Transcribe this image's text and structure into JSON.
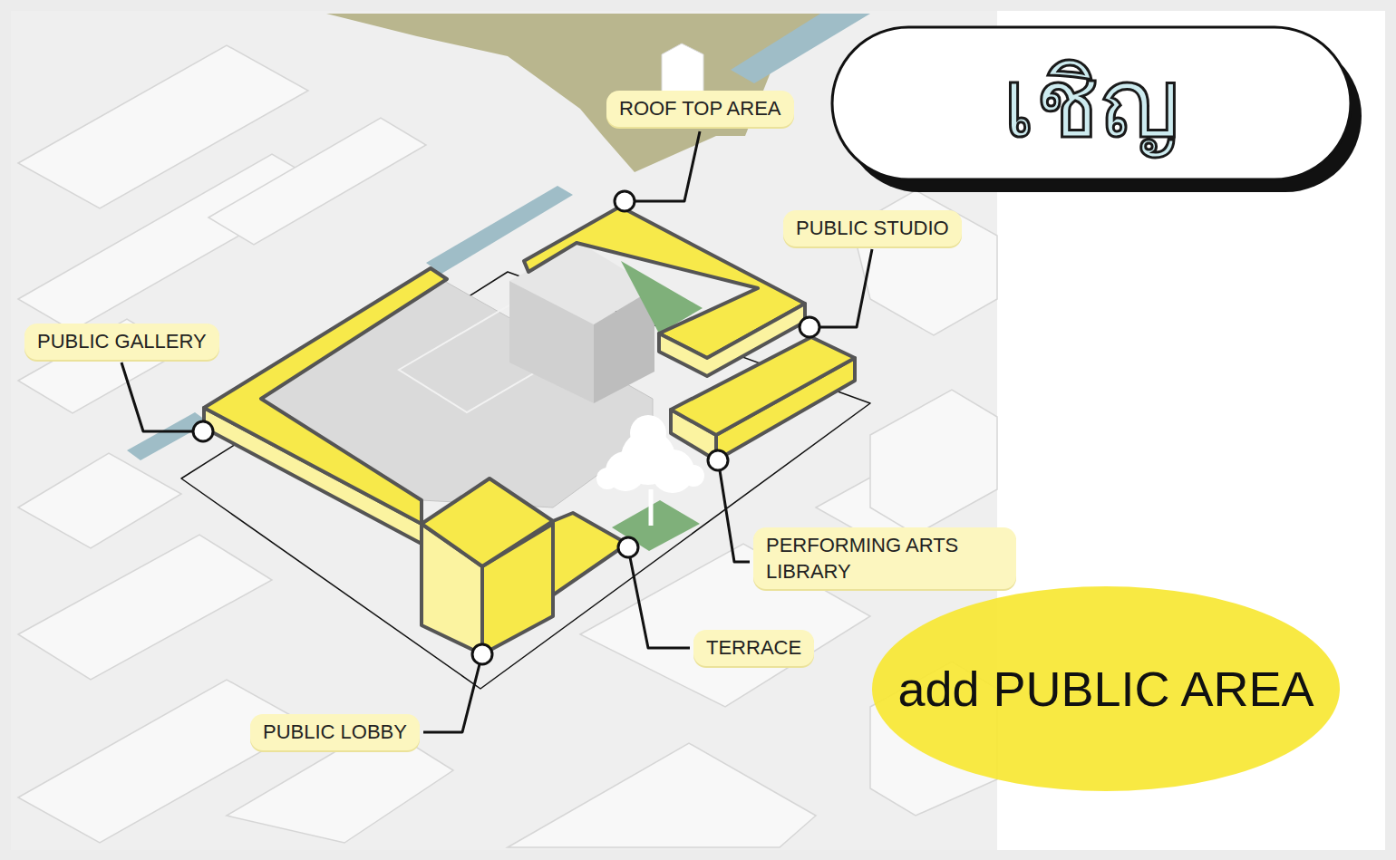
{
  "diagram": {
    "title": "เชิญ",
    "nodes": [
      {
        "text": [
          "ROOF TOP AREA"
        ]
      },
      {
        "text": [
          "PUBLIC STUDIO"
        ]
      },
      {
        "text": [
          "PUBLIC GALLERY"
        ]
      },
      {
        "text": [
          "PERFORMING ARTS LIBRARY"
        ]
      },
      {
        "text": [
          "TERRACE"
        ]
      },
      {
        "text": [
          "PUBLIC LOBBY"
        ]
      },
      {
        "text": [
          "add PUBLIC AREA"
        ]
      }
    ]
  }
}
